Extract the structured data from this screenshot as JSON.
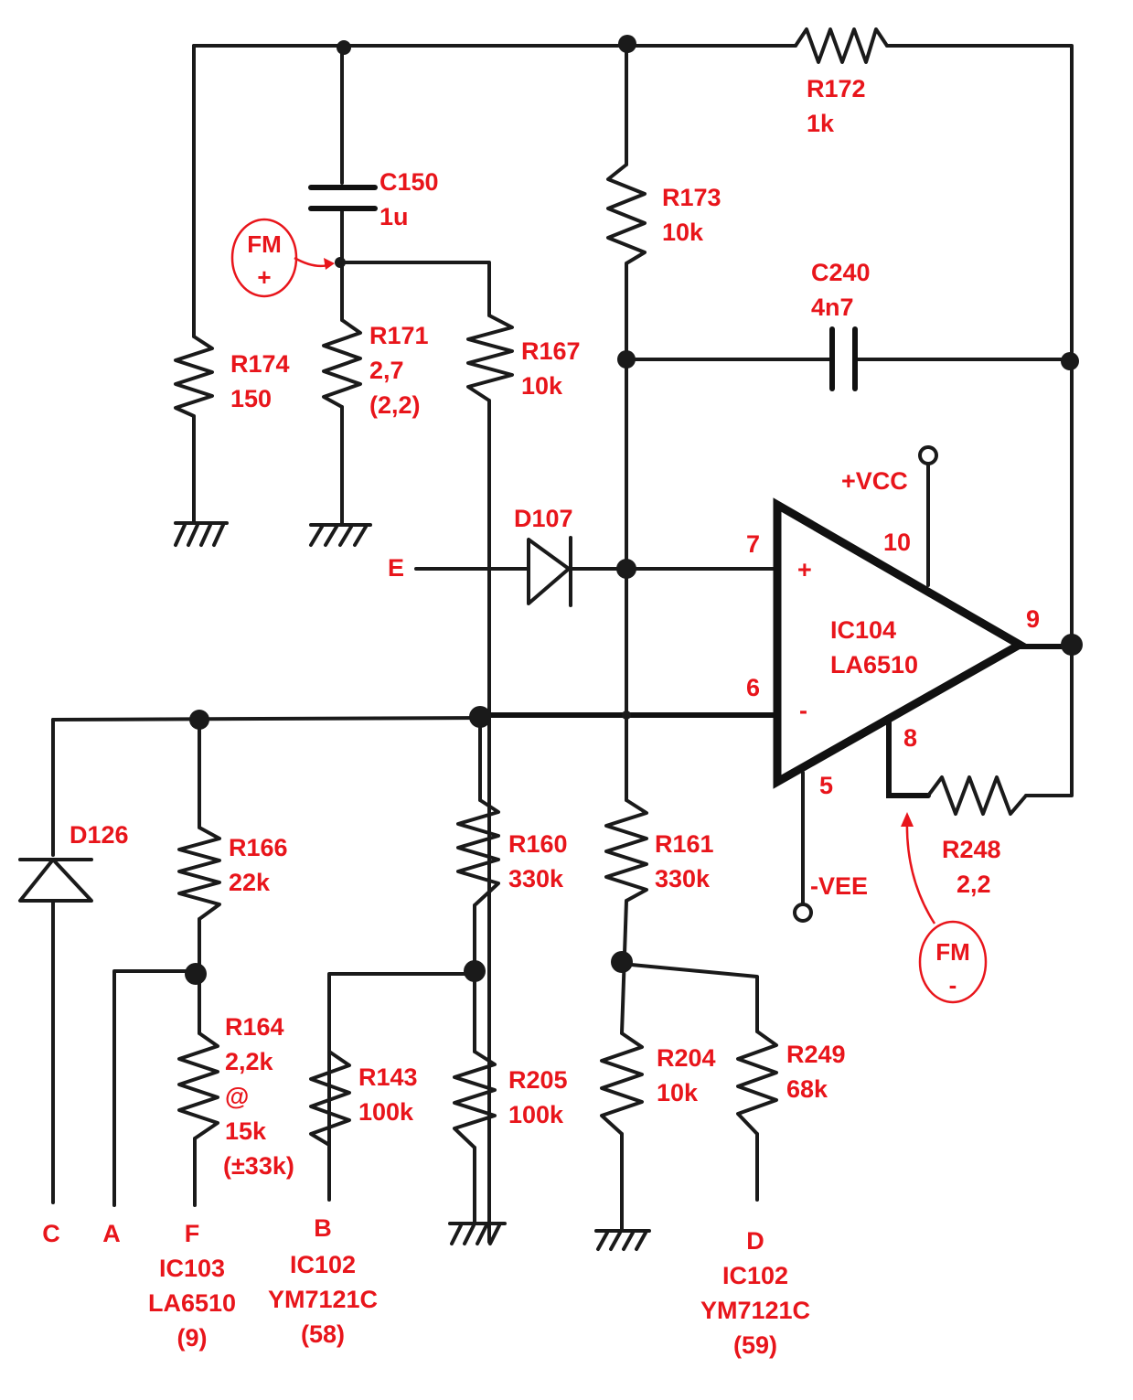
{
  "components": {
    "r172": {
      "ref": "R172",
      "value": "1k"
    },
    "r173": {
      "ref": "R173",
      "value": "10k"
    },
    "c150": {
      "ref": "C150",
      "value": "1u"
    },
    "c240": {
      "ref": "C240",
      "value": "4n7"
    },
    "r174": {
      "ref": "R174",
      "value": "150"
    },
    "r171": {
      "ref": "R171",
      "value": "2,7",
      "alt": "(2,2)"
    },
    "r167": {
      "ref": "R167",
      "value": "10k"
    },
    "d107": {
      "ref": "D107"
    },
    "ic104": {
      "ref": "IC104",
      "part": "LA6510"
    },
    "d126": {
      "ref": "D126"
    },
    "r166": {
      "ref": "R166",
      "value": "22k"
    },
    "r160": {
      "ref": "R160",
      "value": "330k"
    },
    "r161": {
      "ref": "R161",
      "value": "330k"
    },
    "r248": {
      "ref": "R248",
      "value": "2,2"
    },
    "r164": {
      "ref": "R164",
      "value": "2,2k",
      "at": "@",
      "alt1": "15k",
      "alt2": "(±33k)"
    },
    "r143": {
      "ref": "R143",
      "value": "100k"
    },
    "r205": {
      "ref": "R205",
      "value": "100k"
    },
    "r204": {
      "ref": "R204",
      "value": "10k"
    },
    "r249": {
      "ref": "R249",
      "value": "68k"
    }
  },
  "pins": {
    "p7": "7",
    "p6": "6",
    "p10": "10",
    "p9": "9",
    "p8": "8",
    "p5": "5",
    "plus": "+",
    "minus": "-"
  },
  "supplies": {
    "vcc": "+VCC",
    "vee": "-VEE"
  },
  "annotations": {
    "fm_plus": {
      "line1": "FM",
      "line2": "+"
    },
    "fm_minus": {
      "line1": "FM",
      "line2": "-"
    }
  },
  "terminals": {
    "e": {
      "label": "E"
    },
    "c": {
      "label": "C"
    },
    "a": {
      "label": "A"
    },
    "f": {
      "label": "F",
      "chip": "IC103",
      "part": "LA6510",
      "pin": "(9)"
    },
    "b": {
      "label": "B",
      "chip": "IC102",
      "part": "YM7121C",
      "pin": "(58)"
    },
    "d": {
      "label": "D",
      "chip": "IC102",
      "part": "YM7121C",
      "pin": "(59)"
    }
  }
}
